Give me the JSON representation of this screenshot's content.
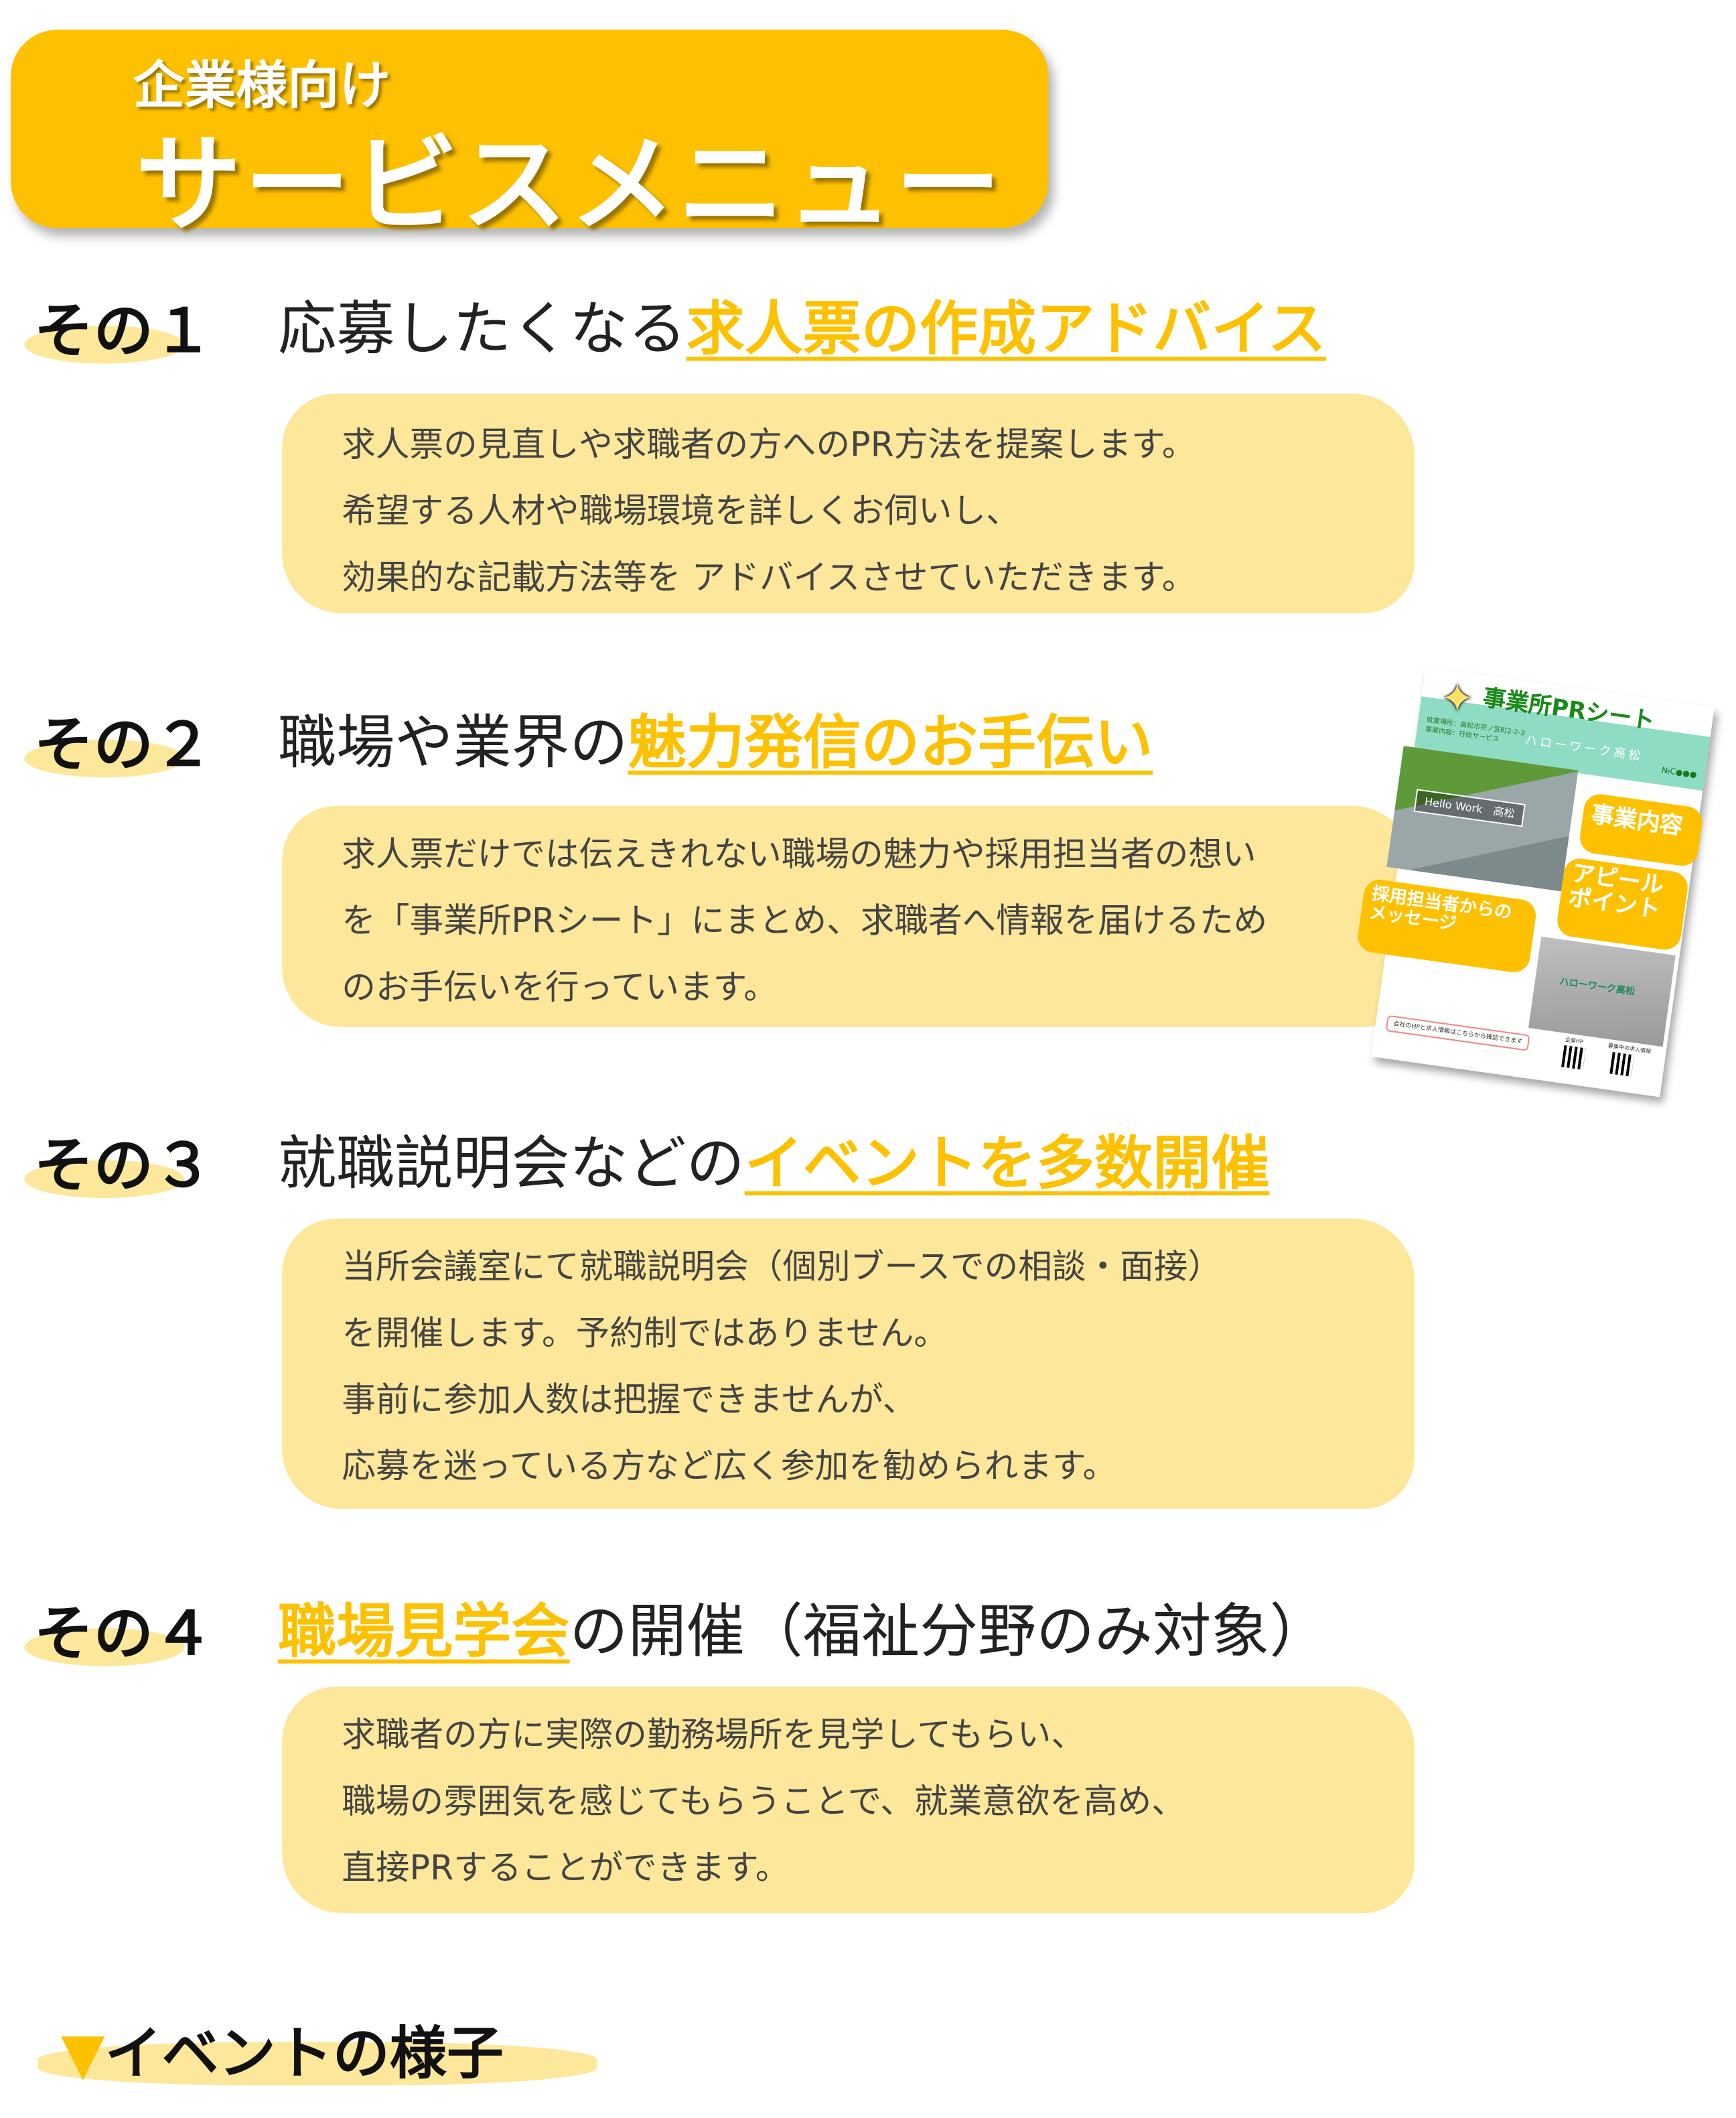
{
  "header": {
    "subtitle": "企業様向け",
    "title": "サービスメニュー"
  },
  "sections": [
    {
      "label": "その１",
      "title_pre": "応募したくなる",
      "title_highlight": "求人票の作成アドバイス",
      "title_post": "",
      "body": [
        "求人票の見直しや求職者の方へのPR方法を提案します。",
        "希望する人材や職場環境を詳しくお伺いし、",
        "効果的な記載方法等を アドバイスさせていただきます。"
      ]
    },
    {
      "label": "その２",
      "title_pre": "職場や業界の",
      "title_highlight": "魅力発信のお手伝い",
      "title_post": "",
      "body": [
        "求人票だけでは伝えきれない職場の魅力や採用担当者の想い",
        "を「事業所PRシート」にまとめ、求職者へ情報を届けるため",
        "のお手伝いを行っています。"
      ]
    },
    {
      "label": "その３",
      "title_pre": "就職説明会などの",
      "title_highlight": "イベントを多数開催",
      "title_post": "",
      "body": [
        "当所会議室にて就職説明会（個別ブースでの相談・面接）",
        "を開催します。予約制ではありません。",
        "事前に参加人数は把握できませんが、",
        "応募を迷っている方など広く参加を勧められます。"
      ]
    },
    {
      "label": "その４",
      "title_pre": "",
      "title_highlight": "職場見学会",
      "title_post": "の開催（福祉分野のみ対象）",
      "body": [
        "求職者の方に実際の勤務場所を見学してもらい、",
        "職場の雰囲気を感じてもらうことで、就業意欲を高め、",
        "直接PRすることができます。"
      ]
    }
  ],
  "pr_sheet": {
    "title": "事業所PRシート",
    "org": "ハローワーク高松",
    "number": "№C●●●",
    "address": "就業場所：高松市花ノ宮町2-2-3",
    "business": "事業内容：行政サービス",
    "photo_sign": "Hello Work　高松",
    "wall_sign": "ハローワーク高松",
    "pill_business": "事業内容",
    "pill_appeal": "アピールポイント",
    "pill_message": "採用担当者からのメッセージ",
    "footer": "会社のHPと求人情報はこちらから確認できます",
    "qr1_label": "企業HP",
    "qr2_label": "募集中の求人情報"
  },
  "events": {
    "marker": "▼",
    "label": "イベントの様子"
  },
  "colors": {
    "accent": "#fdc101",
    "pale": "#fde79a"
  }
}
